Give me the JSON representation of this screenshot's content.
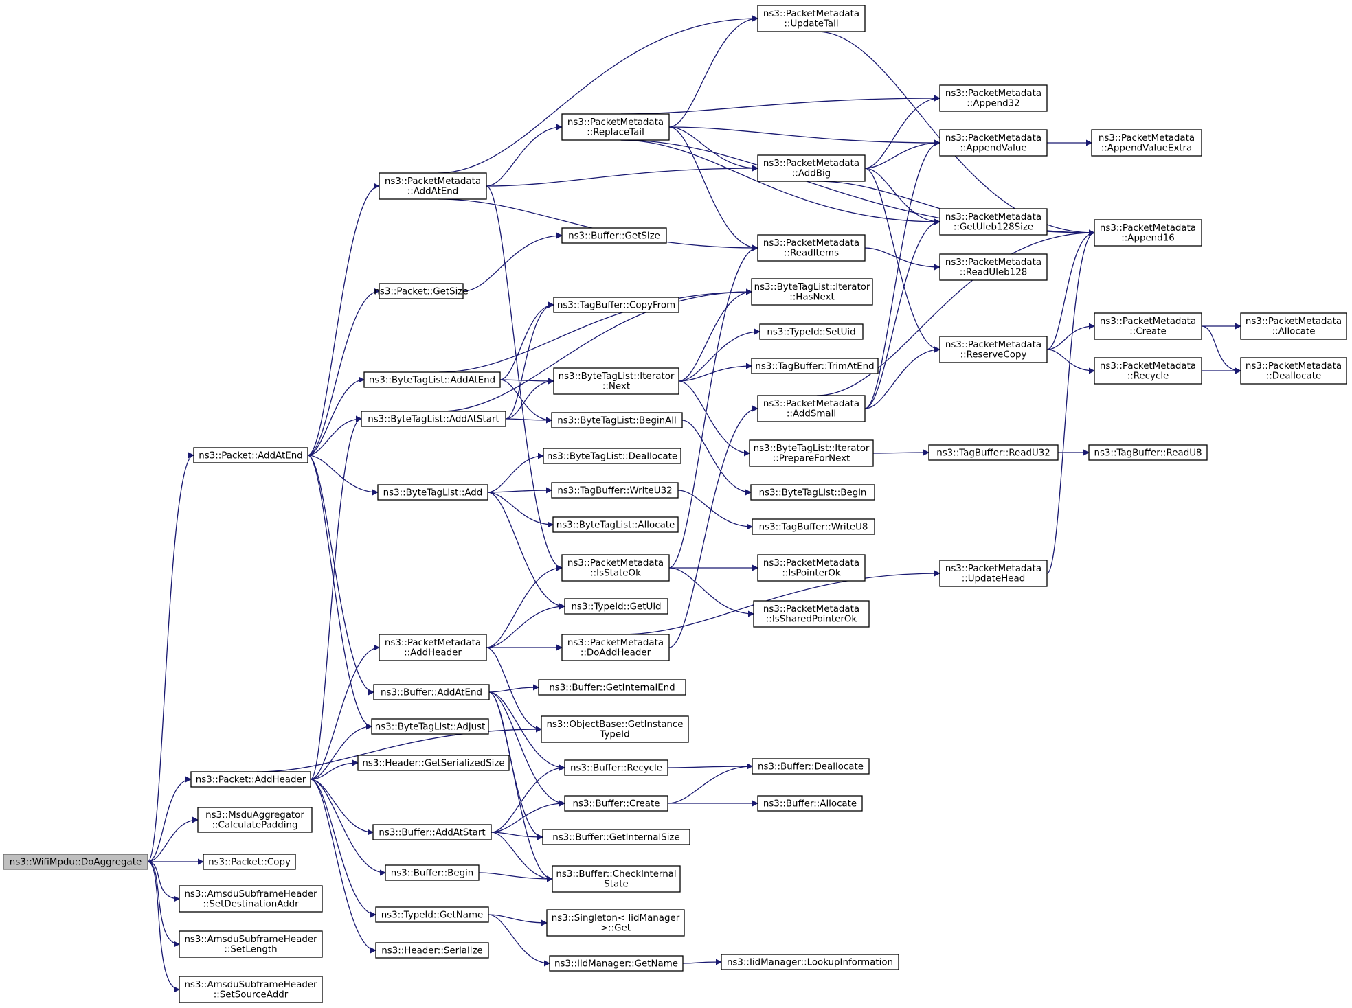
{
  "colors": {
    "edge": "#191970",
    "node_border": "#000000",
    "root_fill": "#bfbfbf",
    "node_fill": "#ffffff"
  },
  "nodes": [
    {
      "id": "do_aggregate",
      "lines": [
        "ns3::WifiMpdu::DoAggregate"
      ],
      "root": true
    },
    {
      "id": "packet_addatend",
      "lines": [
        "ns3::Packet::AddAtEnd"
      ]
    },
    {
      "id": "packet_addheader",
      "lines": [
        "ns3::Packet::AddHeader"
      ]
    },
    {
      "id": "msdu_calcpad",
      "lines": [
        "ns3::MsduAggregator",
        "::CalculatePadding"
      ]
    },
    {
      "id": "packet_copy",
      "lines": [
        "ns3::Packet::Copy"
      ]
    },
    {
      "id": "amsdu_setdest",
      "lines": [
        "ns3::AmsduSubframeHeader",
        "::SetDestinationAddr"
      ]
    },
    {
      "id": "amsdu_setlen",
      "lines": [
        "ns3::AmsduSubframeHeader",
        "::SetLength"
      ]
    },
    {
      "id": "amsdu_setsrc",
      "lines": [
        "ns3::AmsduSubframeHeader",
        "::SetSourceAddr"
      ]
    },
    {
      "id": "pm_addatend",
      "lines": [
        "ns3::PacketMetadata",
        "::AddAtEnd"
      ]
    },
    {
      "id": "packet_getsize",
      "lines": [
        "ns3::Packet::GetSize"
      ]
    },
    {
      "id": "btl_addatend",
      "lines": [
        "ns3::ByteTagList::AddAtEnd"
      ]
    },
    {
      "id": "btl_addatstart",
      "lines": [
        "ns3::ByteTagList::AddAtStart"
      ]
    },
    {
      "id": "btl_add",
      "lines": [
        "ns3::ByteTagList::Add"
      ]
    },
    {
      "id": "pm_addheader",
      "lines": [
        "ns3::PacketMetadata",
        "::AddHeader"
      ]
    },
    {
      "id": "buffer_addatend",
      "lines": [
        "ns3::Buffer::AddAtEnd"
      ]
    },
    {
      "id": "btl_adjust",
      "lines": [
        "ns3::ByteTagList::Adjust"
      ]
    },
    {
      "id": "header_getsersize",
      "lines": [
        "ns3::Header::GetSerializedSize"
      ]
    },
    {
      "id": "buffer_addatstart",
      "lines": [
        "ns3::Buffer::AddAtStart"
      ]
    },
    {
      "id": "buffer_begin",
      "lines": [
        "ns3::Buffer::Begin"
      ]
    },
    {
      "id": "typeid_getname",
      "lines": [
        "ns3::TypeId::GetName"
      ]
    },
    {
      "id": "header_serialize",
      "lines": [
        "ns3::Header::Serialize"
      ]
    },
    {
      "id": "pm_replacetail",
      "lines": [
        "ns3::PacketMetadata",
        "::ReplaceTail"
      ]
    },
    {
      "id": "buffer_getsize",
      "lines": [
        "ns3::Buffer::GetSize"
      ]
    },
    {
      "id": "tagbuffer_copyfrom",
      "lines": [
        "ns3::TagBuffer::CopyFrom"
      ]
    },
    {
      "id": "btl_iter_next",
      "lines": [
        "ns3::ByteTagList::Iterator",
        "::Next"
      ]
    },
    {
      "id": "btl_beginall",
      "lines": [
        "ns3::ByteTagList::BeginAll"
      ]
    },
    {
      "id": "btl_dealloc",
      "lines": [
        "ns3::ByteTagList::Deallocate"
      ]
    },
    {
      "id": "tagbuffer_writeu32",
      "lines": [
        "ns3::TagBuffer::WriteU32"
      ]
    },
    {
      "id": "btl_alloc",
      "lines": [
        "ns3::ByteTagList::Allocate"
      ]
    },
    {
      "id": "pm_isstateok",
      "lines": [
        "ns3::PacketMetadata",
        "::IsStateOk"
      ]
    },
    {
      "id": "typeid_getuid",
      "lines": [
        "ns3::TypeId::GetUid"
      ]
    },
    {
      "id": "pm_doaddheader",
      "lines": [
        "ns3::PacketMetadata",
        "::DoAddHeader"
      ]
    },
    {
      "id": "buffer_getinternalend",
      "lines": [
        "ns3::Buffer::GetInternalEnd"
      ]
    },
    {
      "id": "objbase_getinst",
      "lines": [
        "ns3::ObjectBase::GetInstance",
        "TypeId"
      ]
    },
    {
      "id": "buffer_recycle",
      "lines": [
        "ns3::Buffer::Recycle"
      ]
    },
    {
      "id": "buffer_create",
      "lines": [
        "ns3::Buffer::Create"
      ]
    },
    {
      "id": "buffer_getinternalsize",
      "lines": [
        "ns3::Buffer::GetInternalSize"
      ]
    },
    {
      "id": "buffer_checkinternal",
      "lines": [
        "ns3::Buffer::CheckInternal",
        "State"
      ]
    },
    {
      "id": "singleton_get",
      "lines": [
        "ns3::Singleton< IidManager",
        ">::Get"
      ]
    },
    {
      "id": "iid_getname",
      "lines": [
        "ns3::IidManager::GetName"
      ]
    },
    {
      "id": "pm_updatetail",
      "lines": [
        "ns3::PacketMetadata",
        "::UpdateTail"
      ]
    },
    {
      "id": "pm_addbig",
      "lines": [
        "ns3::PacketMetadata",
        "::AddBig"
      ]
    },
    {
      "id": "pm_readitems",
      "lines": [
        "ns3::PacketMetadata",
        "::ReadItems"
      ]
    },
    {
      "id": "btl_iter_hasnext",
      "lines": [
        "ns3::ByteTagList::Iterator",
        "::HasNext"
      ]
    },
    {
      "id": "typeid_setuid",
      "lines": [
        "ns3::TypeId::SetUid"
      ]
    },
    {
      "id": "tagbuffer_trimatend",
      "lines": [
        "ns3::TagBuffer::TrimAtEnd"
      ]
    },
    {
      "id": "pm_addsmall",
      "lines": [
        "ns3::PacketMetadata",
        "::AddSmall"
      ]
    },
    {
      "id": "btl_iter_prepare",
      "lines": [
        "ns3::ByteTagList::Iterator",
        "::PrepareForNext"
      ]
    },
    {
      "id": "btl_begin",
      "lines": [
        "ns3::ByteTagList::Begin"
      ]
    },
    {
      "id": "tagbuffer_writeu8",
      "lines": [
        "ns3::TagBuffer::WriteU8"
      ]
    },
    {
      "id": "pm_ispointerok",
      "lines": [
        "ns3::PacketMetadata",
        "::IsPointerOk"
      ]
    },
    {
      "id": "pm_issharedptrok",
      "lines": [
        "ns3::PacketMetadata",
        "::IsSharedPointerOk"
      ]
    },
    {
      "id": "buffer_dealloc",
      "lines": [
        "ns3::Buffer::Deallocate"
      ]
    },
    {
      "id": "buffer_alloc",
      "lines": [
        "ns3::Buffer::Allocate"
      ]
    },
    {
      "id": "iid_lookup",
      "lines": [
        "ns3::IidManager::LookupInformation"
      ]
    },
    {
      "id": "pm_append32",
      "lines": [
        "ns3::PacketMetadata",
        "::Append32"
      ]
    },
    {
      "id": "pm_appendvalue",
      "lines": [
        "ns3::PacketMetadata",
        "::AppendValue"
      ]
    },
    {
      "id": "pm_getuleb",
      "lines": [
        "ns3::PacketMetadata",
        "::GetUleb128Size"
      ]
    },
    {
      "id": "pm_readuleb",
      "lines": [
        "ns3::PacketMetadata",
        "::ReadUleb128"
      ]
    },
    {
      "id": "pm_reservecopy",
      "lines": [
        "ns3::PacketMetadata",
        "::ReserveCopy"
      ]
    },
    {
      "id": "tagbuffer_readu32",
      "lines": [
        "ns3::TagBuffer::ReadU32"
      ]
    },
    {
      "id": "pm_updatehead",
      "lines": [
        "ns3::PacketMetadata",
        "::UpdateHead"
      ]
    },
    {
      "id": "pm_appendvalueextra",
      "lines": [
        "ns3::PacketMetadata",
        "::AppendValueExtra"
      ]
    },
    {
      "id": "pm_append16",
      "lines": [
        "ns3::PacketMetadata",
        "::Append16"
      ]
    },
    {
      "id": "pm_create",
      "lines": [
        "ns3::PacketMetadata",
        "::Create"
      ]
    },
    {
      "id": "pm_recycle",
      "lines": [
        "ns3::PacketMetadata",
        "::Recycle"
      ]
    },
    {
      "id": "tagbuffer_readu8",
      "lines": [
        "ns3::TagBuffer::ReadU8"
      ]
    },
    {
      "id": "pm_allocate",
      "lines": [
        "ns3::PacketMetadata",
        "::Allocate"
      ]
    },
    {
      "id": "pm_deallocate",
      "lines": [
        "ns3::PacketMetadata",
        "::Deallocate"
      ]
    }
  ],
  "edges": [
    [
      "do_aggregate",
      "packet_addatend"
    ],
    [
      "do_aggregate",
      "packet_addheader"
    ],
    [
      "do_aggregate",
      "msdu_calcpad"
    ],
    [
      "do_aggregate",
      "packet_copy"
    ],
    [
      "do_aggregate",
      "amsdu_setdest"
    ],
    [
      "do_aggregate",
      "amsdu_setlen"
    ],
    [
      "do_aggregate",
      "amsdu_setsrc"
    ],
    [
      "packet_addatend",
      "pm_addatend"
    ],
    [
      "packet_addatend",
      "packet_getsize"
    ],
    [
      "packet_addatend",
      "btl_addatend"
    ],
    [
      "packet_addatend",
      "btl_addatstart"
    ],
    [
      "packet_addatend",
      "btl_add"
    ],
    [
      "packet_addatend",
      "buffer_addatend"
    ],
    [
      "packet_addatend",
      "btl_adjust"
    ],
    [
      "packet_addheader",
      "pm_addheader"
    ],
    [
      "packet_addheader",
      "btl_adjust"
    ],
    [
      "packet_addheader",
      "header_getsersize"
    ],
    [
      "packet_addheader",
      "buffer_addatstart"
    ],
    [
      "packet_addheader",
      "buffer_begin"
    ],
    [
      "packet_addheader",
      "typeid_getname"
    ],
    [
      "packet_addheader",
      "header_serialize"
    ],
    [
      "packet_addheader",
      "objbase_getinst"
    ],
    [
      "packet_addheader",
      "btl_addatstart"
    ],
    [
      "pm_addatend",
      "pm_updatetail"
    ],
    [
      "pm_addatend",
      "pm_replacetail"
    ],
    [
      "pm_addatend",
      "pm_addbig"
    ],
    [
      "pm_addatend",
      "pm_readitems"
    ],
    [
      "pm_addatend",
      "pm_isstateok"
    ],
    [
      "packet_getsize",
      "buffer_getsize"
    ],
    [
      "btl_addatend",
      "btl_iter_next"
    ],
    [
      "btl_addatend",
      "btl_iter_hasnext"
    ],
    [
      "btl_addatend",
      "tagbuffer_copyfrom"
    ],
    [
      "btl_addatend",
      "btl_beginall"
    ],
    [
      "btl_addatstart",
      "btl_iter_next"
    ],
    [
      "btl_addatstart",
      "btl_iter_hasnext"
    ],
    [
      "btl_addatstart",
      "tagbuffer_copyfrom"
    ],
    [
      "btl_addatstart",
      "btl_beginall"
    ],
    [
      "btl_add",
      "btl_dealloc"
    ],
    [
      "btl_add",
      "tagbuffer_writeu32"
    ],
    [
      "btl_add",
      "btl_alloc"
    ],
    [
      "btl_add",
      "typeid_getuid"
    ],
    [
      "pm_addheader",
      "pm_isstateok"
    ],
    [
      "pm_addheader",
      "typeid_getuid"
    ],
    [
      "pm_addheader",
      "pm_doaddheader"
    ],
    [
      "pm_addheader",
      "objbase_getinst"
    ],
    [
      "buffer_addatend",
      "buffer_getinternalend"
    ],
    [
      "buffer_addatend",
      "buffer_recycle"
    ],
    [
      "buffer_addatend",
      "buffer_create"
    ],
    [
      "buffer_addatend",
      "buffer_getinternalsize"
    ],
    [
      "buffer_addatend",
      "buffer_checkinternal"
    ],
    [
      "buffer_addatstart",
      "buffer_recycle"
    ],
    [
      "buffer_addatstart",
      "buffer_create"
    ],
    [
      "buffer_addatstart",
      "buffer_getinternalsize"
    ],
    [
      "buffer_addatstart",
      "buffer_checkinternal"
    ],
    [
      "buffer_begin",
      "buffer_checkinternal"
    ],
    [
      "typeid_getname",
      "singleton_get"
    ],
    [
      "typeid_getname",
      "iid_getname"
    ],
    [
      "pm_replacetail",
      "pm_updatetail"
    ],
    [
      "pm_replacetail",
      "pm_append16"
    ],
    [
      "pm_replacetail",
      "pm_append32"
    ],
    [
      "pm_replacetail",
      "pm_appendvalue"
    ],
    [
      "pm_replacetail",
      "pm_addbig"
    ],
    [
      "pm_replacetail",
      "pm_getuleb"
    ],
    [
      "pm_replacetail",
      "pm_readitems"
    ],
    [
      "btl_iter_next",
      "btl_iter_hasnext"
    ],
    [
      "btl_iter_next",
      "typeid_setuid"
    ],
    [
      "btl_iter_next",
      "tagbuffer_trimatend"
    ],
    [
      "btl_iter_next",
      "btl_iter_prepare"
    ],
    [
      "btl_beginall",
      "btl_begin"
    ],
    [
      "tagbuffer_writeu32",
      "tagbuffer_writeu8"
    ],
    [
      "pm_isstateok",
      "pm_readitems"
    ],
    [
      "pm_isstateok",
      "pm_ispointerok"
    ],
    [
      "pm_isstateok",
      "pm_issharedptrok"
    ],
    [
      "pm_doaddheader",
      "pm_addsmall"
    ],
    [
      "pm_doaddheader",
      "pm_updatehead"
    ],
    [
      "iid_getname",
      "iid_lookup"
    ],
    [
      "buffer_recycle",
      "buffer_dealloc"
    ],
    [
      "buffer_create",
      "buffer_dealloc"
    ],
    [
      "buffer_create",
      "buffer_alloc"
    ],
    [
      "pm_updatetail",
      "pm_append16"
    ],
    [
      "pm_addbig",
      "pm_append32"
    ],
    [
      "pm_addbig",
      "pm_appendvalue"
    ],
    [
      "pm_addbig",
      "pm_getuleb"
    ],
    [
      "pm_addbig",
      "pm_append16"
    ],
    [
      "pm_addbig",
      "pm_reservecopy"
    ],
    [
      "pm_readitems",
      "pm_readuleb"
    ],
    [
      "btl_iter_prepare",
      "tagbuffer_readu32"
    ],
    [
      "pm_addsmall",
      "pm_appendvalue"
    ],
    [
      "pm_addsmall",
      "pm_getuleb"
    ],
    [
      "pm_addsmall",
      "pm_append16"
    ],
    [
      "pm_addsmall",
      "pm_reservecopy"
    ],
    [
      "pm_appendvalue",
      "pm_appendvalueextra"
    ],
    [
      "pm_reservecopy",
      "pm_create"
    ],
    [
      "pm_reservecopy",
      "pm_recycle"
    ],
    [
      "pm_reservecopy",
      "pm_append16"
    ],
    [
      "tagbuffer_readu32",
      "tagbuffer_readu8"
    ],
    [
      "pm_updatehead",
      "pm_append16"
    ],
    [
      "pm_create",
      "pm_allocate"
    ],
    [
      "pm_create",
      "pm_deallocate"
    ],
    [
      "pm_recycle",
      "pm_deallocate"
    ]
  ]
}
